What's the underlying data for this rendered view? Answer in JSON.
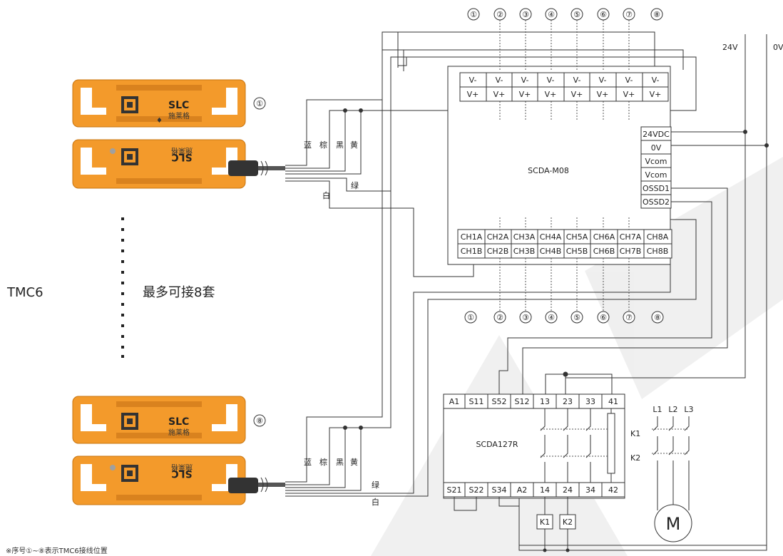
{
  "title_left": "TMC6",
  "center_note": "最多可接8套",
  "footnote": "※序号①~⑧表示TMC6接线位置",
  "supply": {
    "v24": "24V",
    "v0": "0V"
  },
  "brand": {
    "logo": "SLC",
    "name": "施莱格"
  },
  "sensor_labels": [
    "①",
    "⑧"
  ],
  "wire_colors": {
    "blue": "蓝",
    "brown": "棕",
    "black": "黑",
    "yellow": "黄",
    "white": "白",
    "green": "绿"
  },
  "controller": {
    "name": "SCDA-M08",
    "vminus": [
      "V-",
      "V-",
      "V-",
      "V-",
      "V-",
      "V-",
      "V-",
      "V-"
    ],
    "vplus": [
      "V+",
      "V+",
      "V+",
      "V+",
      "V+",
      "V+",
      "V+",
      "V+"
    ],
    "cha": [
      "CH1A",
      "CH2A",
      "CH3A",
      "CH4A",
      "CH5A",
      "CH6A",
      "CH7A",
      "CH8A"
    ],
    "chb": [
      "CH1B",
      "CH2B",
      "CH3B",
      "CH4B",
      "CH5B",
      "CH6B",
      "CH7B",
      "CH8B"
    ],
    "side": [
      "24VDC",
      "0V",
      "Vcom",
      "Vcom",
      "OSSD1",
      "OSSD2"
    ],
    "top_numbers": [
      "①",
      "②",
      "③",
      "④",
      "⑤",
      "⑥",
      "⑦",
      "⑧"
    ],
    "bottom_numbers": [
      "①",
      "②",
      "③",
      "④",
      "⑤",
      "⑥",
      "⑦",
      "⑧"
    ]
  },
  "relay": {
    "name": "SCDA127R",
    "top": [
      "A1",
      "S11",
      "S52",
      "S12",
      "13",
      "23",
      "33",
      "41"
    ],
    "bottom": [
      "S21",
      "S22",
      "S34",
      "A2",
      "14",
      "24",
      "34",
      "42"
    ]
  },
  "contactors": [
    "K1",
    "K2"
  ],
  "phases": [
    "L1",
    "L2",
    "L3"
  ],
  "motor": "M",
  "relay_side": [
    "K1",
    "K2"
  ]
}
